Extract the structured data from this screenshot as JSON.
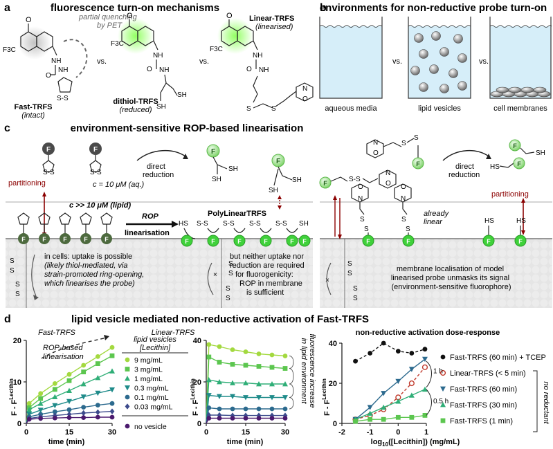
{
  "panels": {
    "a": {
      "letter": "a",
      "title": "fluorescence turn-on mechanisms"
    },
    "b": {
      "letter": "b",
      "title": "environments for non-reductive probe turn-on"
    },
    "c": {
      "letter": "c",
      "title": "environment-sensitive ROP-based linearisation"
    },
    "d": {
      "letter": "d",
      "title": "lipid vesicle mediated non-reductive activation of Fast-TRFS"
    }
  },
  "panel_a": {
    "pet_note": "partial quenching\nby PET",
    "vs": "vs.",
    "cf3": "F3C",
    "linear_title": "Linear-TRFS",
    "linear_sub": "(linearised)",
    "fast_title": "Fast-TRFS",
    "fast_sub": "(intact)",
    "dithiol_title": "dithiol-TRFS",
    "dithiol_sub": "(reduced)"
  },
  "panel_b": {
    "vs": "vs.",
    "labels": [
      "aqueous media",
      "lipid vesicles",
      "cell membranes"
    ]
  },
  "panel_c": {
    "partitioning": "partitioning",
    "conc_aq": "c = 10 μM (aq.)",
    "direct_reduction": "direct\nreduction",
    "conc_lipid": "c >> 10 μM (lipid)",
    "rop": "ROP",
    "linearisation": "linearisation",
    "polylinear": "PolyLinearTRFS",
    "cells_text": "in cells: uptake is possible\n(likely thiol-mediated, via\nstrain-promoted ring-opening,\nwhich linearises the probe)",
    "neither_text": "but neither uptake nor\nreduction are required\nfor fluorogenicity:\nROP in membrane\nis sufficient",
    "already_linear": "already\nlinear",
    "membrane_text": "membrane localisation of model\nlinearised probe unmasks its signal\n(environment-sensitive fluorophore)",
    "f": "F"
  },
  "panel_d": {
    "fast_title": "Fast-TRFS",
    "linear_title": "Linear-TRFS",
    "rop_note": "ROP-based\nlinearisation",
    "fluor_note": "fluorescence increase\nin lipid environment",
    "legend_header": "lipid vesicles\n[Lecithin]",
    "ylabel": "F - F",
    "ylabel_sup": "Lecithin",
    "xlabel": "time (min)",
    "dose_title": "non-reductive activation dose-response",
    "dose_xlabel": "log10([Lecithin])  (mg/mL)",
    "no_reductant": "no reductant",
    "t1h": "1 h",
    "t05h": "0.5 h"
  },
  "chart_data": [
    {
      "type": "scatter",
      "title": "Fast-TRFS",
      "xlabel": "time (min)",
      "ylabel": "F - F Lecithin",
      "xlim": [
        0,
        30
      ],
      "ylim": [
        0,
        20
      ],
      "xticks": [
        0,
        15,
        30
      ],
      "yticks": [
        0,
        10,
        20
      ],
      "x": [
        0,
        1,
        5,
        10,
        15,
        20,
        25,
        30
      ],
      "series": [
        {
          "name": "9 mg/mL",
          "color": "#a3d93f",
          "marker": "circle",
          "values": [
            0,
            4.8,
            7.2,
            9.6,
            11.8,
            14.0,
            16.1,
            18.3
          ]
        },
        {
          "name": "3 mg/mL",
          "color": "#5cc64f",
          "marker": "square",
          "values": [
            0,
            3.8,
            6.0,
            8.2,
            10.3,
            12.4,
            14.4,
            16.3
          ]
        },
        {
          "name": "1 mg/mL",
          "color": "#2fae77",
          "marker": "triangle-up",
          "values": [
            0,
            3.3,
            4.8,
            6.4,
            7.9,
            9.5,
            11.0,
            12.6
          ]
        },
        {
          "name": "0.3 mg/mL",
          "color": "#1f8b8a",
          "marker": "triangle-down",
          "values": [
            0,
            2.2,
            3.2,
            4.3,
            5.3,
            6.4,
            7.3,
            8.1
          ]
        },
        {
          "name": "0.1 mg/mL",
          "color": "#2c6a8e",
          "marker": "circle",
          "values": [
            0,
            1.6,
            2.2,
            2.8,
            3.3,
            3.9,
            4.4,
            4.8
          ]
        },
        {
          "name": "0.03 mg/mL",
          "color": "#3c4a8c",
          "marker": "diamond",
          "values": [
            0,
            1.2,
            1.6,
            1.9,
            2.2,
            2.5,
            2.7,
            2.9
          ]
        },
        {
          "name": "no vesicle",
          "color": "#4b1a6e",
          "marker": "circle",
          "values": [
            0,
            1.0,
            1.2,
            1.3,
            1.4,
            1.4,
            1.5,
            1.5
          ]
        }
      ]
    },
    {
      "type": "line",
      "title": "Linear-TRFS",
      "xlabel": "time (min)",
      "ylabel": "F - F Lecithin",
      "xlim": [
        0,
        30
      ],
      "ylim": [
        0,
        40
      ],
      "xticks": [
        0,
        15,
        30
      ],
      "yticks": [
        0,
        20,
        40
      ],
      "x": [
        0,
        1,
        5,
        10,
        15,
        20,
        25,
        30
      ],
      "series": [
        {
          "name": "9 mg/mL",
          "color": "#a3d93f",
          "marker": "circle",
          "values": [
            0,
            38,
            37,
            35.5,
            34.5,
            33.5,
            33,
            32.5
          ]
        },
        {
          "name": "3 mg/mL",
          "color": "#5cc64f",
          "marker": "square",
          "values": [
            0,
            32,
            29.5,
            28.5,
            28,
            27.5,
            27,
            26.5
          ]
        },
        {
          "name": "1 mg/mL",
          "color": "#2fae77",
          "marker": "triangle-up",
          "values": [
            0,
            21,
            20,
            19.5,
            19.5,
            19,
            19,
            19
          ]
        },
        {
          "name": "0.3 mg/mL",
          "color": "#1f8b8a",
          "marker": "triangle-down",
          "values": [
            0,
            13.5,
            13,
            13,
            12.5,
            12.5,
            12.5,
            12.5
          ]
        },
        {
          "name": "0.1 mg/mL",
          "color": "#2c6a8e",
          "marker": "circle",
          "values": [
            0,
            7.5,
            7,
            7,
            7,
            7,
            7,
            7
          ]
        },
        {
          "name": "0.03 mg/mL",
          "color": "#3c4a8c",
          "marker": "diamond",
          "values": [
            0,
            4,
            4,
            3.8,
            3.8,
            3.8,
            3.8,
            3.8
          ]
        },
        {
          "name": "no vesicle",
          "color": "#4b1a6e",
          "marker": "circle",
          "values": [
            0,
            2.5,
            2.5,
            2.5,
            2.5,
            2.5,
            2.5,
            2.5
          ]
        }
      ]
    },
    {
      "type": "line",
      "title": "non-reductive activation dose-response",
      "xlabel": "log10([Lecithin])  (mg/mL)",
      "ylabel": "F - F Lecithin",
      "xlim": [
        -2,
        1
      ],
      "ylim": [
        0,
        40
      ],
      "xticks": [
        -2,
        -1,
        0,
        1
      ],
      "yticks": [
        0,
        20,
        40
      ],
      "x": [
        -1.52,
        -1,
        -0.52,
        0,
        0.48,
        0.95
      ],
      "series": [
        {
          "name": "Fast-TRFS (60 min) + TCEP",
          "color": "#111111",
          "marker": "circle",
          "dashed": true,
          "values": [
            31,
            35,
            40,
            36,
            35,
            37
          ]
        },
        {
          "name": "Linear-TRFS (< 5 min)",
          "color": "#c0392b",
          "marker": "open-circle",
          "dashed": true,
          "values": [
            2,
            4,
            7,
            13,
            20,
            28
          ]
        },
        {
          "name": "Fast-TRFS (60 min)",
          "color": "#2c6a8e",
          "marker": "triangle-down",
          "dashed": false,
          "values": [
            2,
            8,
            15,
            21,
            27,
            32
          ]
        },
        {
          "name": "Fast-TRFS (30 min)",
          "color": "#2fae77",
          "marker": "triangle-up",
          "dashed": false,
          "values": [
            2,
            5,
            8,
            11,
            14,
            17
          ]
        },
        {
          "name": "Fast-TRFS (1 min)",
          "color": "#5cc64f",
          "marker": "square",
          "dashed": false,
          "values": [
            1,
            2,
            2,
            3,
            3,
            4
          ]
        }
      ]
    }
  ]
}
